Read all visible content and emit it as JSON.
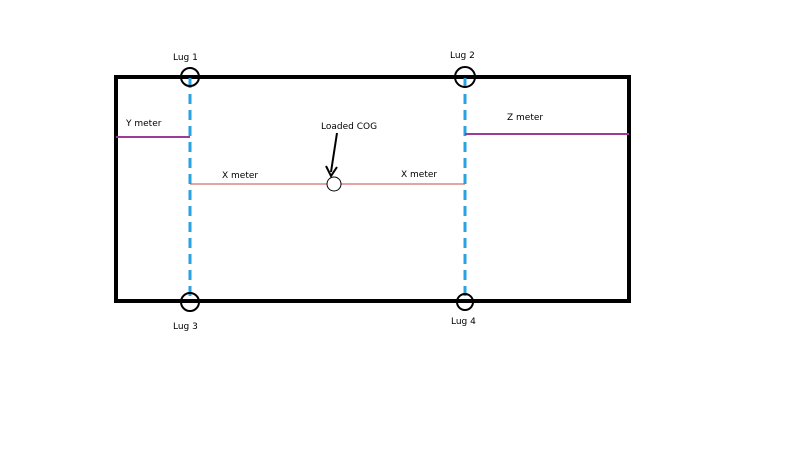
{
  "labels": {
    "lug1": "Lug 1",
    "lug2": "Lug 2",
    "lug3": "Lug 3",
    "lug4": "Lug 4",
    "cog": "Loaded COG",
    "x_left": "X meter",
    "x_right": "X meter",
    "y": "Y meter",
    "z": "Z meter"
  },
  "colors": {
    "frame": "#000000",
    "lug_axis": "#29a3e0",
    "x_dimension": "#c94a4a",
    "yz_dimension": "#9b3c9b",
    "background": "#ffffff"
  }
}
